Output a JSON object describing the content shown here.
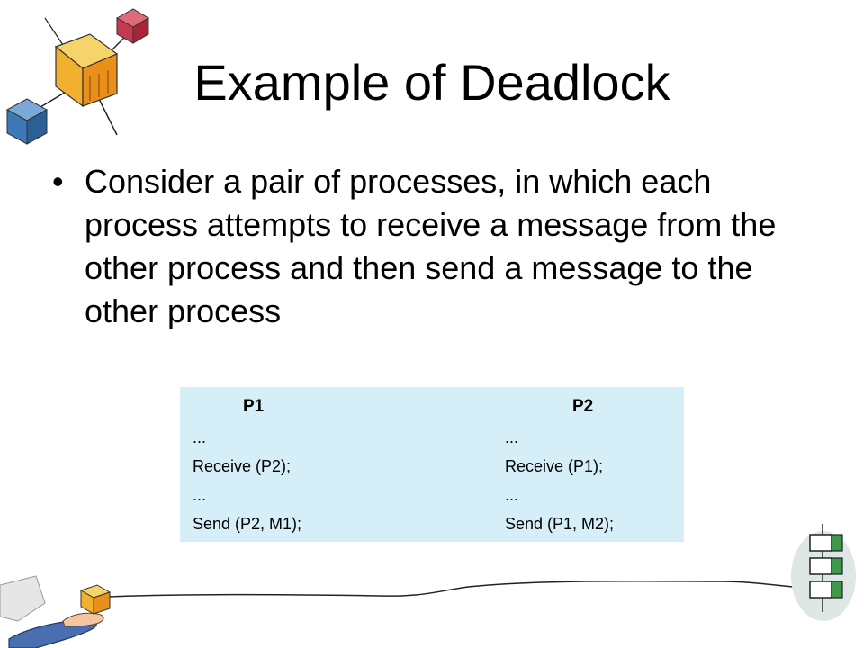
{
  "slide": {
    "title": "Example of Deadlock",
    "bullet_marker": "•",
    "bullets": [
      "Consider a  pair of processes, in which each process attempts to receive a message from the other process and then send a message to the other process"
    ]
  },
  "code_table": {
    "background_color": "#d6eef8",
    "columns": [
      {
        "header": "P1",
        "lines": [
          "...",
          "Receive (P2);",
          "...",
          "Send (P2, M1);"
        ]
      },
      {
        "header": "P2",
        "lines": [
          "...",
          "Receive (P1);",
          "...",
          "Send (P1, M2);"
        ]
      }
    ]
  },
  "decorations": {
    "top_left": "cubes-clipart-icon",
    "bottom_left": "hand-holding-cube-icon",
    "bottom_right": "stacked-boxes-icon",
    "bottom_line": "hand-drawn-line"
  }
}
